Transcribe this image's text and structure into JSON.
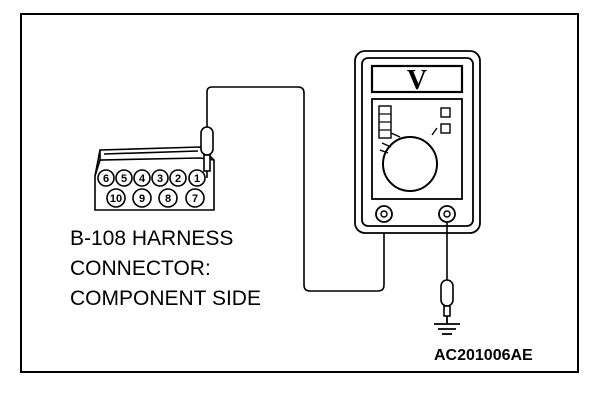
{
  "connector": {
    "label_lines": [
      "B-108 HARNESS",
      "CONNECTOR:",
      "COMPONENT SIDE"
    ],
    "top_row_pins": [
      "6",
      "5",
      "4",
      "3",
      "2",
      "1"
    ],
    "bottom_row_pins": [
      "10",
      "9",
      "8",
      "7"
    ]
  },
  "meter": {
    "mode_symbol": "V"
  },
  "figure_id": "AC201006AE",
  "icons": [
    "voltmeter-icon",
    "probe-icon",
    "ground-icon",
    "harness-connector-icon"
  ]
}
